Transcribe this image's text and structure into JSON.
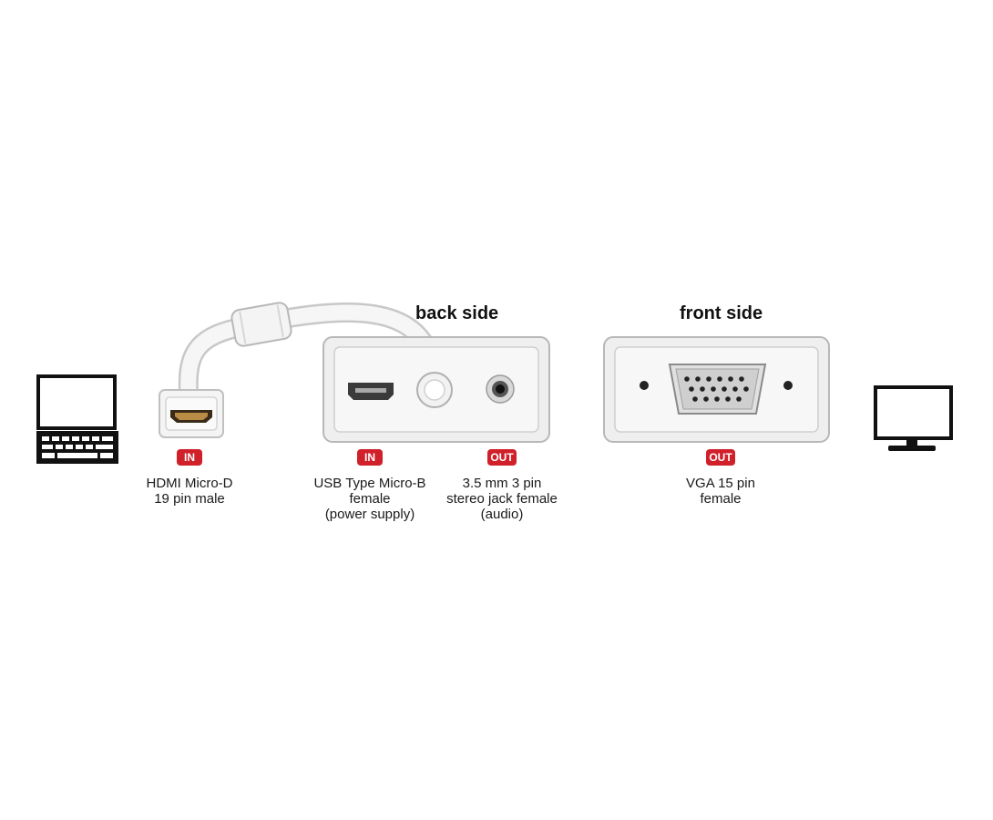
{
  "headings": {
    "back": "back side",
    "front": "front side"
  },
  "ports": [
    {
      "direction": "IN",
      "lines": [
        "HDMI Micro-D",
        "19 pin male"
      ]
    },
    {
      "direction": "IN",
      "lines": [
        "USB Type Micro-B",
        "female",
        "(power supply)"
      ]
    },
    {
      "direction": "OUT",
      "lines": [
        "3.5 mm 3 pin",
        "stereo jack female",
        "(audio)"
      ]
    },
    {
      "direction": "OUT",
      "lines": [
        "VGA 15 pin",
        "female"
      ]
    }
  ],
  "icons": {
    "source": "laptop-icon",
    "target": "monitor-icon"
  },
  "colors": {
    "badge": "#d0202a",
    "device_body": "#eeeeee",
    "cable": "#f4f4f4"
  }
}
